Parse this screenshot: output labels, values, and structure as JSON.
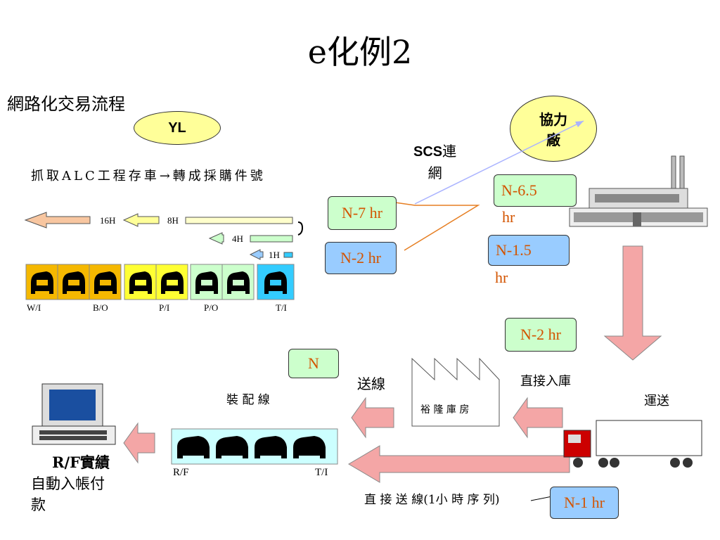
{
  "title": "e化例2",
  "subtitle": "網路化交易流程",
  "yl": "YL",
  "supplier": "協力\n廠",
  "scs": {
    "bold": "SCS",
    "rest": "連",
    "line2": "網"
  },
  "alc_text": "抓取ALC工程存車→轉成採購件號",
  "timeline": {
    "h16": "16H",
    "h8": "8H",
    "h4": "4H",
    "h1": "1H"
  },
  "stations": [
    "W/I",
    "B/O",
    "P/I",
    "P/O",
    "T/I"
  ],
  "callouts": {
    "n7": "N-7 hr",
    "n2_top": "N-2 hr",
    "n65_line1": "N-6.5",
    "n65_line2": "hr",
    "n15_line1": "N-1.5",
    "n15_line2": "hr",
    "n2_right": "N-2 hr",
    "n": "N",
    "n1": "N-1 hr"
  },
  "labels": {
    "assembly": "裝 配 線",
    "send": "送線",
    "warehouse": "裕 隆 庫 房",
    "direct_in": "直接入庫",
    "ship": "運送",
    "direct_send": "直 接 送 線(1小 時 序 列)",
    "rf": "R/F",
    "ti": "T/I",
    "rf_perf": "R/F實績",
    "auto_pay_1": "自動入帳付",
    "auto_pay_2": "款"
  },
  "colors": {
    "yellow_oval": "#ffff99",
    "green_box": "#ccffcc",
    "blue_box": "#99ccff",
    "pink_arrow": "#f4a6a6",
    "orange_text": "#d35400"
  }
}
